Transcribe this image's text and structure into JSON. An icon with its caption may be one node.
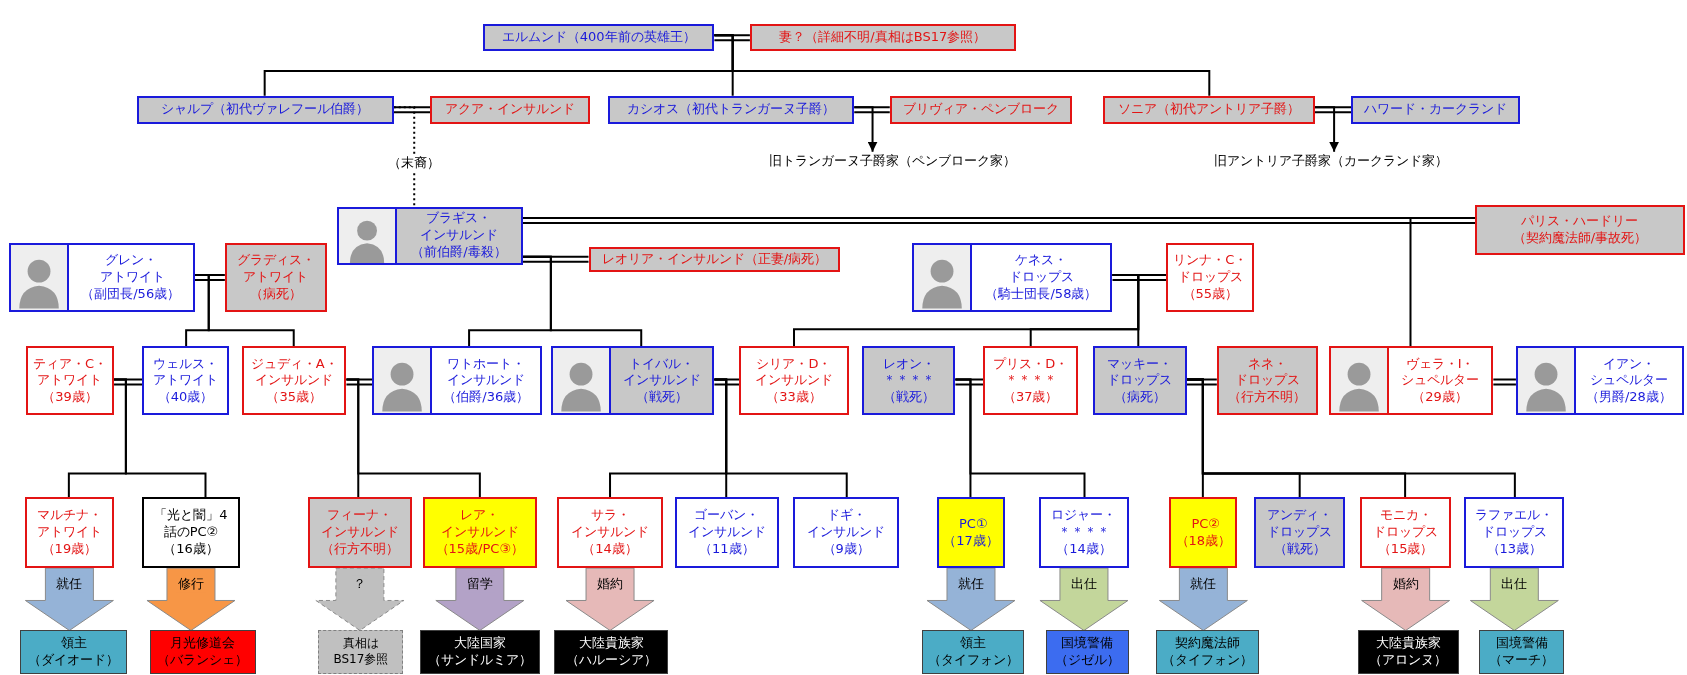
{
  "diagram": {
    "nodes": [
      {
        "text": [
          "エルムンド（400年前の英雄王）"
        ]
      },
      {
        "text": [
          "妻？（詳細不明/真相はBS17参照）"
        ]
      },
      {
        "text": [
          "シャルプ（初代ヴァレフール伯爵）"
        ]
      },
      {
        "text": [
          "アクア・インサルンド"
        ]
      },
      {
        "text": [
          "カシオス（初代トランガーヌ子爵）"
        ]
      },
      {
        "text": [
          "ブリヴィア・ペンブローク"
        ]
      },
      {
        "text": [
          "ソニア（初代アントリア子爵）"
        ]
      },
      {
        "text": [
          "ハワード・カークランド"
        ]
      },
      {
        "text": [
          "（末裔）"
        ]
      },
      {
        "text": [
          "旧トランガーヌ子爵家（ペンブローク家）"
        ]
      },
      {
        "text": [
          "旧アントリア子爵家（カークランド家）"
        ]
      },
      {
        "text": [
          "ブラギス・インサルンド",
          "（前伯爵/毒殺）"
        ]
      },
      {
        "text": [
          "パリス・ハードリー",
          "（契約魔法師/事故死）"
        ]
      },
      {
        "text": [
          "レオリア・インサルンド（正妻/病死）"
        ]
      },
      {
        "text": [
          "グレン・アトワイト",
          "（副団長/56歳）"
        ]
      },
      {
        "text": [
          "グラディス・アトワイト",
          "（病死）"
        ]
      },
      {
        "text": [
          "ケネス・ドロップス",
          "（騎士団長/58歳）"
        ]
      },
      {
        "text": [
          "リンナ・C・ドロップス",
          "（55歳）"
        ]
      },
      {
        "text": [
          "ティア・C・アトワイト",
          "（39歳）"
        ]
      },
      {
        "text": [
          "ウェルス・アトワイト",
          "（40歳）"
        ]
      },
      {
        "text": [
          "ジュディ・A・インサルンド",
          "（35歳）"
        ]
      },
      {
        "text": [
          "ワトホート・インサルンド",
          "（伯爵/36歳）"
        ]
      },
      {
        "text": [
          "トイバル・インサルンド",
          "（戦死）"
        ]
      },
      {
        "text": [
          "シリア・D・インサルンド",
          "（33歳）"
        ]
      },
      {
        "text": [
          "レオン・＊＊＊＊",
          "（戦死）"
        ]
      },
      {
        "text": [
          "プリス・D・＊＊＊＊",
          "（37歳）"
        ]
      },
      {
        "text": [
          "マッキー・ドロップス",
          "（病死）"
        ]
      },
      {
        "text": [
          "ネネ・ドロップス",
          "（行方不明）"
        ]
      },
      {
        "text": [
          "ヴェラ・I・シュペルター",
          "（29歳）"
        ]
      },
      {
        "text": [
          "イアン・シュペルター",
          "（男爵/28歳）"
        ]
      },
      {
        "text": [
          "マルチナ・アトワイト",
          "（19歳）"
        ]
      },
      {
        "text": [
          "「光と闇」4話のPC②",
          "（16歳）"
        ]
      },
      {
        "text": [
          "フィーナ・インサルンド",
          "（行方不明）"
        ]
      },
      {
        "text": [
          "レア・インサルンド",
          "（15歳/PC③）"
        ]
      },
      {
        "text": [
          "サラ・インサルンド",
          "（14歳）"
        ]
      },
      {
        "text": [
          "ゴーバン・インサルンド",
          "（11歳）"
        ]
      },
      {
        "text": [
          "ドギ・インサルンド",
          "（9歳）"
        ]
      },
      {
        "text": [
          "PC①",
          "（17歳）"
        ]
      },
      {
        "text": [
          "ロジャー・＊＊＊＊",
          "（14歳）"
        ]
      },
      {
        "text": [
          "PC②",
          "（18歳）"
        ]
      },
      {
        "text": [
          "アンディ・ドロップス",
          "（戦死）"
        ]
      },
      {
        "text": [
          "モニカ・ドロップス",
          "（15歳）"
        ]
      },
      {
        "text": [
          "ラファエル・ドロップス",
          "（13歳）"
        ]
      },
      {
        "text": [
          "領主",
          "（ダイオード）"
        ]
      },
      {
        "text": [
          "月光修道会",
          "（バランシェ）"
        ]
      },
      {
        "text": [
          "真相はBS17参照"
        ]
      },
      {
        "text": [
          "大陸国家",
          "（サンドルミア）"
        ]
      },
      {
        "text": [
          "大陸貴族家",
          "（ハルーシア）"
        ]
      },
      {
        "text": [
          "領主",
          "（タイフォン）"
        ]
      },
      {
        "text": [
          "国境警備",
          "（ジゼル）"
        ]
      },
      {
        "text": [
          "契約魔法師",
          "（タイフォン）"
        ]
      },
      {
        "text": [
          "大陸貴族家",
          "（アロンヌ）"
        ]
      },
      {
        "text": [
          "国境警備",
          "（マーチ）"
        ]
      }
    ],
    "edges": [
      {
        "from": 0,
        "to": 1,
        "arrow": "none"
      },
      {
        "from": 0,
        "to": 2,
        "arrow": "none"
      },
      {
        "from": 0,
        "to": 4,
        "arrow": "none"
      },
      {
        "from": 0,
        "to": 6,
        "arrow": "none"
      },
      {
        "from": 2,
        "to": 3,
        "arrow": "none"
      },
      {
        "from": 4,
        "to": 5,
        "arrow": "none"
      },
      {
        "from": 6,
        "to": 7,
        "arrow": "none"
      },
      {
        "from": 2,
        "to": 8,
        "arrow": "none",
        "style": "dashed"
      },
      {
        "from": 8,
        "to": 11,
        "arrow": "none",
        "style": "dashed"
      },
      {
        "from": 4,
        "to": 9,
        "arrow": "to"
      },
      {
        "from": 6,
        "to": 10,
        "arrow": "to"
      },
      {
        "from": 11,
        "to": 12,
        "arrow": "none"
      },
      {
        "from": 11,
        "to": 13,
        "arrow": "none"
      },
      {
        "from": 14,
        "to": 15,
        "arrow": "none"
      },
      {
        "from": 16,
        "to": 17,
        "arrow": "none"
      },
      {
        "from": 11,
        "to": 28,
        "arrow": "none"
      },
      {
        "from": 11,
        "to": 21,
        "arrow": "none"
      },
      {
        "from": 11,
        "to": 22,
        "arrow": "none"
      },
      {
        "from": 14,
        "to": 19,
        "arrow": "none"
      },
      {
        "from": 14,
        "to": 20,
        "arrow": "none"
      },
      {
        "from": 16,
        "to": 23,
        "arrow": "none"
      },
      {
        "from": 16,
        "to": 25,
        "arrow": "none"
      },
      {
        "from": 16,
        "to": 26,
        "arrow": "none"
      },
      {
        "from": 18,
        "to": 19,
        "arrow": "none"
      },
      {
        "from": 20,
        "to": 21,
        "arrow": "none"
      },
      {
        "from": 22,
        "to": 23,
        "arrow": "none"
      },
      {
        "from": 24,
        "to": 25,
        "arrow": "none"
      },
      {
        "from": 26,
        "to": 27,
        "arrow": "none"
      },
      {
        "from": 28,
        "to": 29,
        "arrow": "none"
      },
      {
        "from": 18,
        "to": 30,
        "arrow": "none"
      },
      {
        "from": 18,
        "to": 31,
        "arrow": "none"
      },
      {
        "from": 20,
        "to": 32,
        "arrow": "none"
      },
      {
        "from": 20,
        "to": 33,
        "arrow": "none"
      },
      {
        "from": 22,
        "to": 34,
        "arrow": "none"
      },
      {
        "from": 22,
        "to": 35,
        "arrow": "none"
      },
      {
        "from": 22,
        "to": 36,
        "arrow": "none"
      },
      {
        "from": 24,
        "to": 37,
        "arrow": "none"
      },
      {
        "from": 24,
        "to": 38,
        "arrow": "none"
      },
      {
        "from": 26,
        "to": 39,
        "arrow": "none"
      },
      {
        "from": 26,
        "to": 40,
        "arrow": "none"
      },
      {
        "from": 26,
        "to": 41,
        "arrow": "none"
      },
      {
        "from": 26,
        "to": 42,
        "arrow": "none"
      },
      {
        "from": 30,
        "to": 43,
        "arrow": "to",
        "label": "就任",
        "color": "#95b3d7"
      },
      {
        "from": 31,
        "to": 44,
        "arrow": "to",
        "label": "修行",
        "color": "#f79646"
      },
      {
        "from": 32,
        "to": 45,
        "arrow": "to",
        "label": "？",
        "color": "#bfbfbf",
        "style": "dashed"
      },
      {
        "from": 33,
        "to": 46,
        "arrow": "to",
        "label": "留学",
        "color": "#b3a2c7"
      },
      {
        "from": 34,
        "to": 47,
        "arrow": "to",
        "label": "婚約",
        "color": "#e6b9b8"
      },
      {
        "from": 37,
        "to": 48,
        "arrow": "to",
        "label": "就任",
        "color": "#95b3d7"
      },
      {
        "from": 38,
        "to": 49,
        "arrow": "to",
        "label": "出仕",
        "color": "#c3d69b"
      },
      {
        "from": 39,
        "to": 50,
        "arrow": "to",
        "label": "就任",
        "color": "#95b3d7"
      },
      {
        "from": 41,
        "to": 51,
        "arrow": "to",
        "label": "婚約",
        "color": "#e6b9b8"
      },
      {
        "from": 42,
        "to": 52,
        "arrow": "to",
        "label": "出仕",
        "color": "#c3d69b"
      }
    ]
  }
}
